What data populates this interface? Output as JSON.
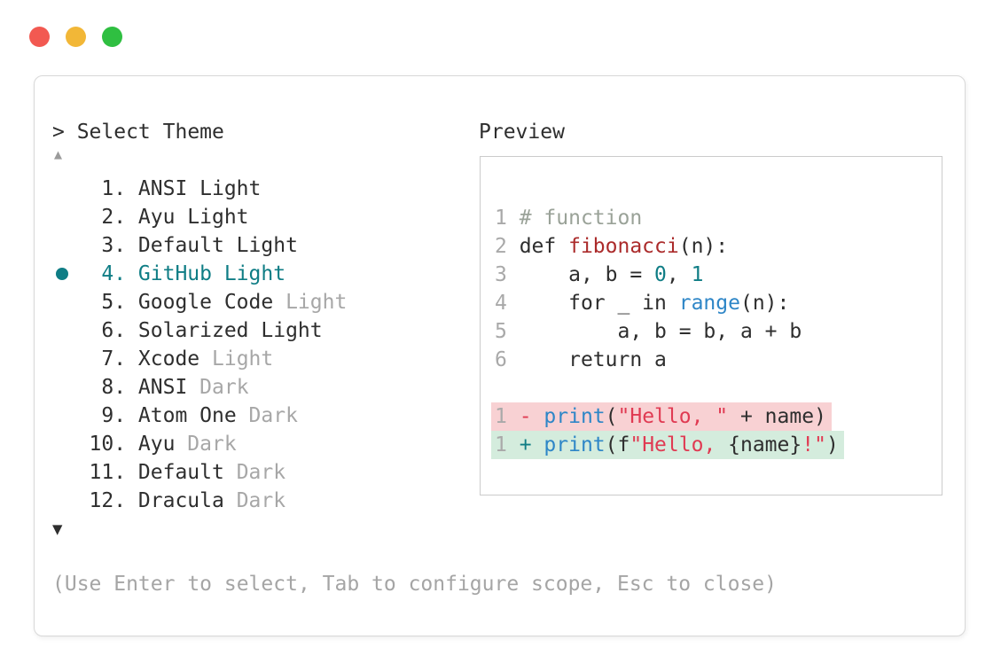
{
  "traffic_lights": {
    "close_color": "#f25951",
    "minimize_color": "#f2b737",
    "zoom_color": "#2fbf41"
  },
  "prompt_label": "> Select Theme",
  "preview_label": "Preview",
  "scroll_up_icon": "▲",
  "scroll_down_icon": "▼",
  "help_text": "(Use Enter to select, Tab to configure scope, Esc to close)",
  "accent_color": "#0f7d85",
  "theme_list": {
    "items": [
      {
        "num": "1.",
        "name": "ANSI Light",
        "muted": "",
        "selected": false
      },
      {
        "num": "2.",
        "name": "Ayu Light",
        "muted": "",
        "selected": false
      },
      {
        "num": "3.",
        "name": "Default Light",
        "muted": "",
        "selected": false
      },
      {
        "num": "4.",
        "name": "GitHub Light",
        "muted": "",
        "selected": true
      },
      {
        "num": "5.",
        "name": "Google Code",
        "muted": "Light",
        "selected": false
      },
      {
        "num": "6.",
        "name": "Solarized Light",
        "muted": "",
        "selected": false
      },
      {
        "num": "7.",
        "name": "Xcode",
        "muted": "Light",
        "selected": false
      },
      {
        "num": "8.",
        "name": "ANSI",
        "muted": "Dark",
        "selected": false
      },
      {
        "num": "9.",
        "name": "Atom One",
        "muted": "Dark",
        "selected": false
      },
      {
        "num": "10.",
        "name": "Ayu",
        "muted": "Dark",
        "selected": false
      },
      {
        "num": "11.",
        "name": "Default",
        "muted": "Dark",
        "selected": false
      },
      {
        "num": "12.",
        "name": "Dracula",
        "muted": "Dark",
        "selected": false
      }
    ]
  },
  "preview": {
    "lines": [
      {
        "bg": "",
        "tokens": [
          {
            "c": "lnum",
            "t": "1 "
          },
          {
            "c": "com",
            "t": "# function"
          }
        ]
      },
      {
        "bg": "",
        "tokens": [
          {
            "c": "lnum",
            "t": "2 "
          },
          {
            "c": "code",
            "t": "def "
          },
          {
            "c": "fn",
            "t": "fibonacci"
          },
          {
            "c": "code",
            "t": "(n):"
          }
        ]
      },
      {
        "bg": "",
        "tokens": [
          {
            "c": "lnum",
            "t": "3 "
          },
          {
            "c": "code",
            "t": "    a, b = "
          },
          {
            "c": "teal",
            "t": "0"
          },
          {
            "c": "code",
            "t": ", "
          },
          {
            "c": "teal",
            "t": "1"
          }
        ]
      },
      {
        "bg": "",
        "tokens": [
          {
            "c": "lnum",
            "t": "4 "
          },
          {
            "c": "code",
            "t": "    for _ in "
          },
          {
            "c": "blu",
            "t": "range"
          },
          {
            "c": "code",
            "t": "(n):"
          }
        ]
      },
      {
        "bg": "",
        "tokens": [
          {
            "c": "lnum",
            "t": "5 "
          },
          {
            "c": "code",
            "t": "        a, b = b, a + b"
          }
        ]
      },
      {
        "bg": "",
        "tokens": [
          {
            "c": "lnum",
            "t": "6 "
          },
          {
            "c": "code",
            "t": "    return a"
          }
        ]
      },
      {
        "bg": "",
        "tokens": []
      },
      {
        "bg": "del",
        "tokens": [
          {
            "c": "lnum",
            "t": "1 "
          },
          {
            "c": "str",
            "t": "- "
          },
          {
            "c": "blu",
            "t": "print"
          },
          {
            "c": "code",
            "t": "("
          },
          {
            "c": "str",
            "t": "\"Hello, \""
          },
          {
            "c": "code",
            "t": " + name)"
          }
        ]
      },
      {
        "bg": "add",
        "tokens": [
          {
            "c": "lnum",
            "t": "1 "
          },
          {
            "c": "teal",
            "t": "+ "
          },
          {
            "c": "blu",
            "t": "print"
          },
          {
            "c": "code",
            "t": "(f"
          },
          {
            "c": "str",
            "t": "\"Hello, "
          },
          {
            "c": "code",
            "t": "{name}"
          },
          {
            "c": "str",
            "t": "!\""
          },
          {
            "c": "code",
            "t": ")"
          }
        ]
      }
    ],
    "diff_del_bg": "#f8d1d3",
    "diff_add_bg": "#d4ecdd"
  }
}
